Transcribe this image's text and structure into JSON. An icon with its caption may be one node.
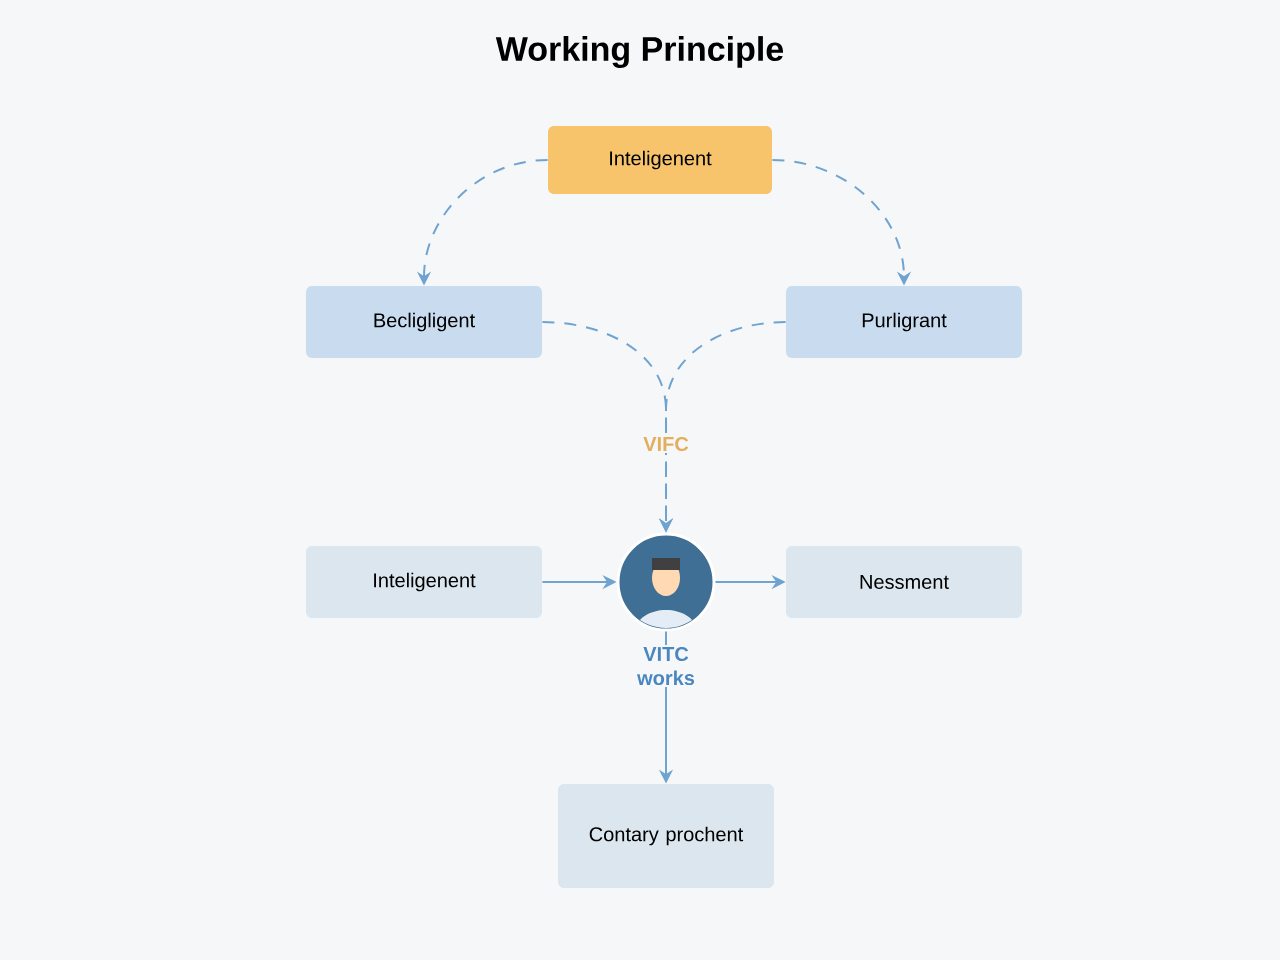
{
  "diagram": {
    "title": "Working Principle",
    "nodes": [
      {
        "text": [
          "Inteligenent"
        ]
      },
      {
        "text": [
          "Becligligent"
        ]
      },
      {
        "text": [
          "Purligrant"
        ]
      },
      {
        "text": [
          "Inteligenent"
        ]
      },
      {
        "text": [],
        "shape": "person"
      },
      {
        "text": [
          "Nessment"
        ]
      },
      {
        "text": [
          "Contary prochent"
        ]
      }
    ],
    "edges": [
      {
        "from": 0,
        "to": 1,
        "arrow": "to",
        "style": "dashed"
      },
      {
        "from": 0,
        "to": 2,
        "arrow": "to",
        "style": "dashed"
      },
      {
        "from": 1,
        "to": 4,
        "arrow": "to",
        "style": "dashed"
      },
      {
        "from": 2,
        "to": 4,
        "arrow": "to",
        "style": "dashed",
        "label": "VIFC"
      },
      {
        "from": 3,
        "to": 4,
        "arrow": "to"
      },
      {
        "from": 4,
        "to": 5,
        "arrow": "to"
      },
      {
        "from": 4,
        "to": 6,
        "arrow": "to",
        "label": "VITC works"
      }
    ]
  }
}
